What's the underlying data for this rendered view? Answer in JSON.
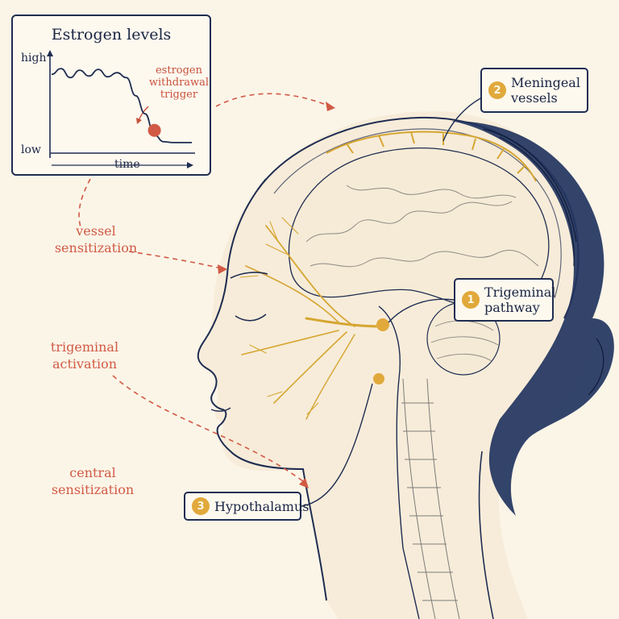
{
  "inset_chart": {
    "title": "Estrogen levels",
    "y_high": "high",
    "y_low": "low",
    "x_label": "time",
    "trigger_note": [
      "estrogen",
      "withdrawal",
      "trigger"
    ]
  },
  "chart_data": {
    "type": "line",
    "title": "Estrogen levels",
    "xlabel": "time",
    "ylabel": "",
    "y_tick_labels": [
      "high",
      "low"
    ],
    "series": [
      {
        "values": [
          0.88,
          0.95,
          0.84,
          0.93,
          0.86,
          0.94,
          0.85,
          0.9,
          0.84,
          0.62,
          0.4,
          0.14,
          0.06,
          0.05,
          0.05,
          0.05
        ]
      }
    ],
    "annotation": "estrogen withdrawal trigger",
    "annotation_point_index": 11,
    "grid": false
  },
  "flow_labels": {
    "vessel": [
      "vessel",
      "sensitization"
    ],
    "trigeminal": [
      "trigeminal",
      "activation"
    ],
    "central": [
      "central",
      "sensitization"
    ]
  },
  "callouts": {
    "meningeal": {
      "number": "2",
      "lines": [
        "Meningeal",
        "vessels"
      ]
    },
    "trigeminal": {
      "number": "1",
      "lines": [
        "Trigeminal",
        "pathway"
      ]
    },
    "hypothalamus": {
      "number": "3",
      "lines": [
        "Hypothalamus"
      ]
    }
  },
  "colors": {
    "background": "#fbf5e8",
    "ink": "#1f2d52",
    "nerve": "#d6a632",
    "accent_red": "#d15a44",
    "badge": "#e1a93b"
  }
}
